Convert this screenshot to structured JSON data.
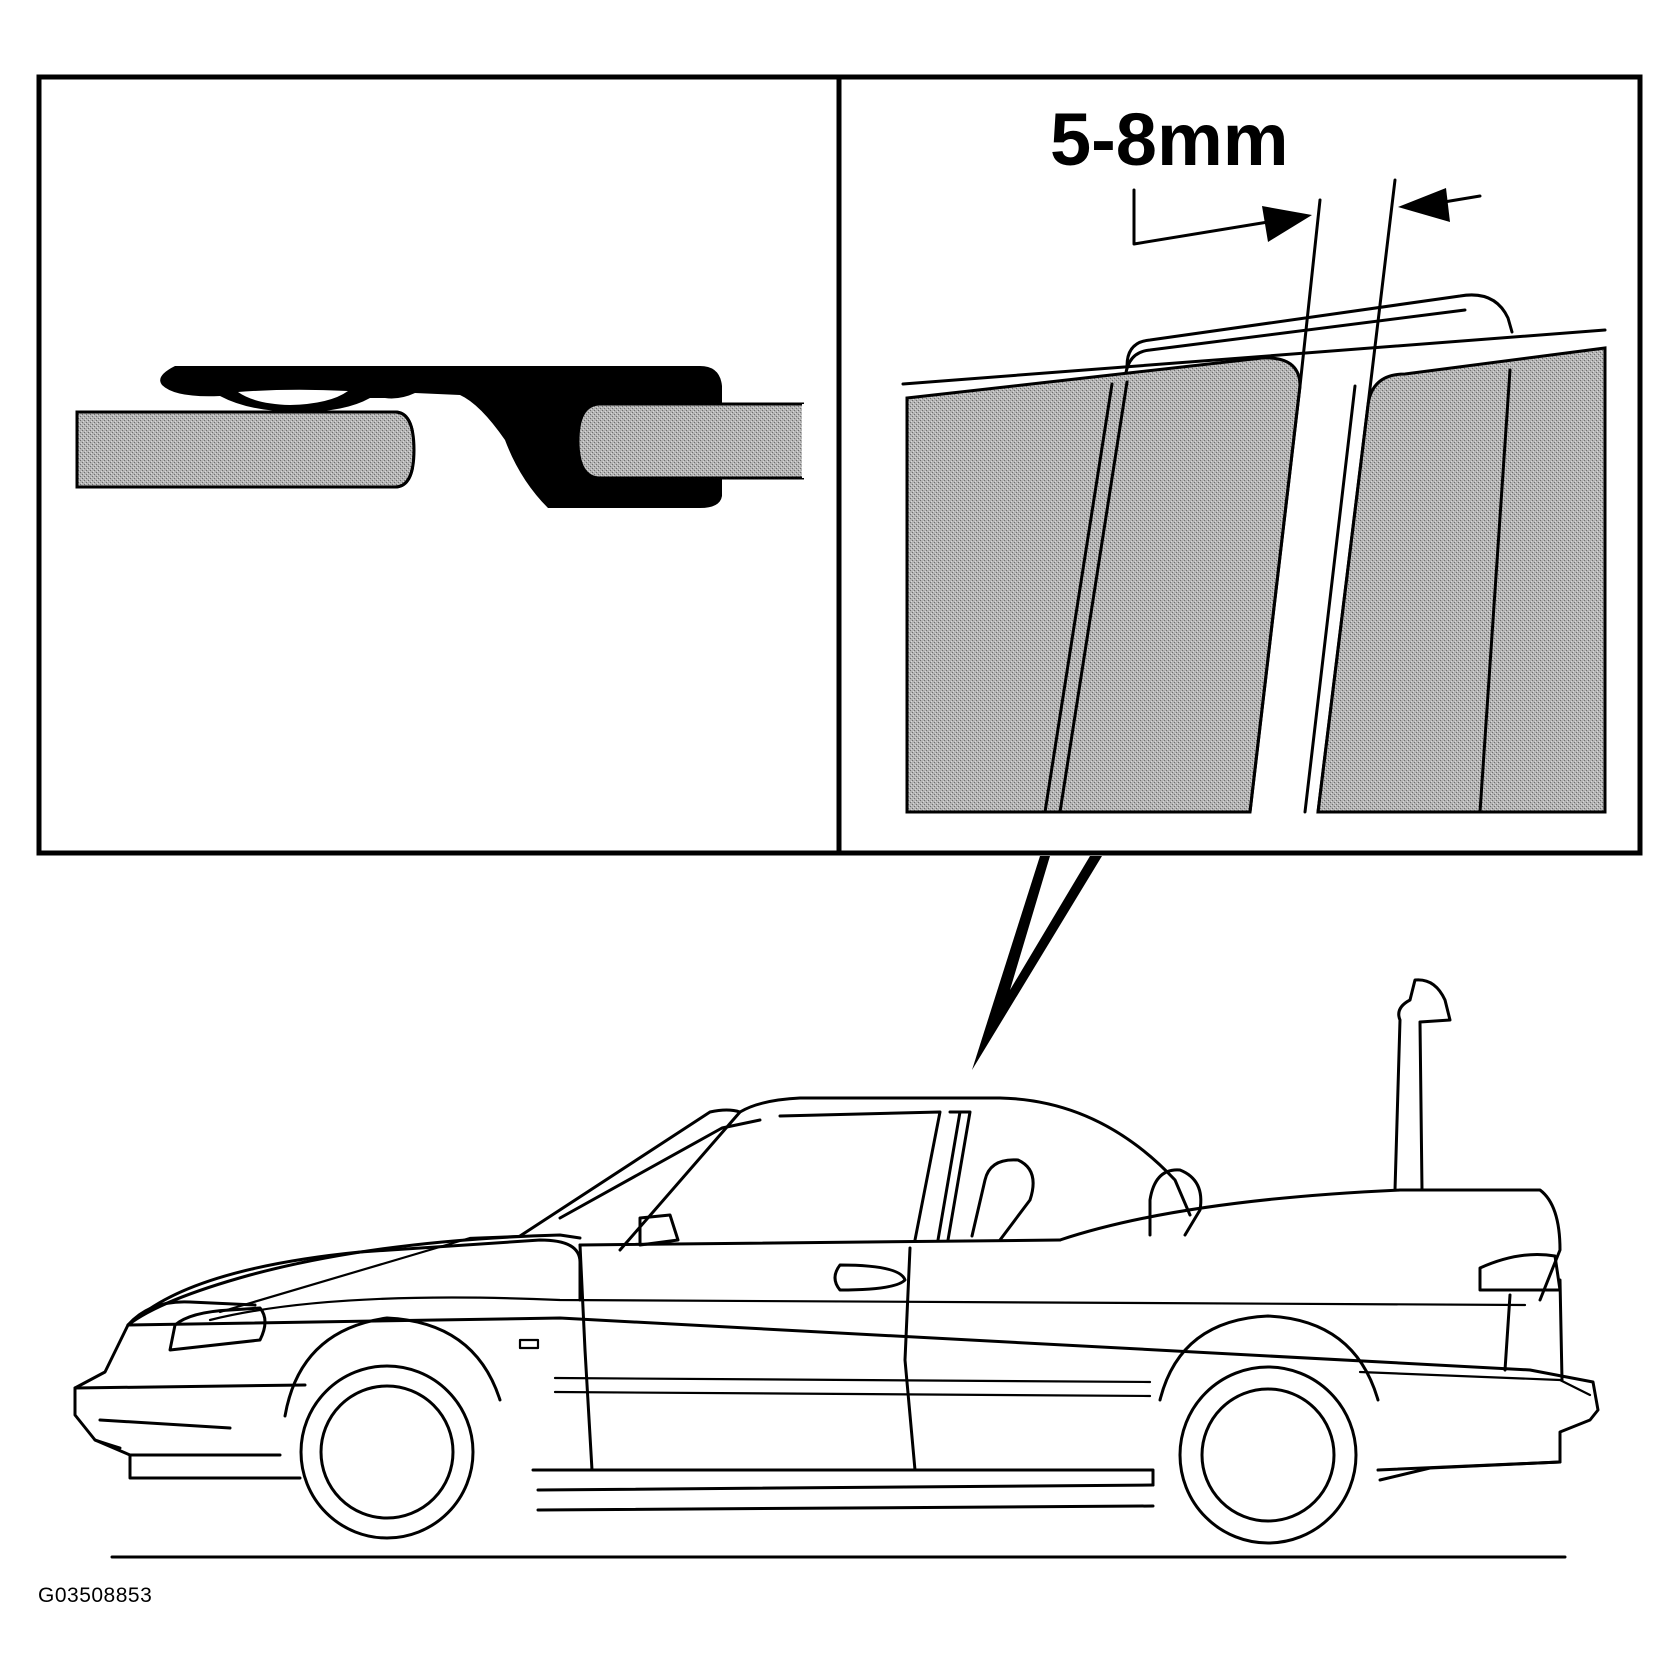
{
  "figure": {
    "dimension_label": "5-8mm",
    "figure_id": "G03508853"
  },
  "colors": {
    "line": "#000000",
    "background": "#ffffff",
    "halftone_fill": "#a9a9a9"
  },
  "icons": {
    "seal_detail": "weatherstrip-seal-cross-section",
    "window_detail": "side-window-gap-closeup",
    "vehicle": "convertible-car-side-view"
  }
}
